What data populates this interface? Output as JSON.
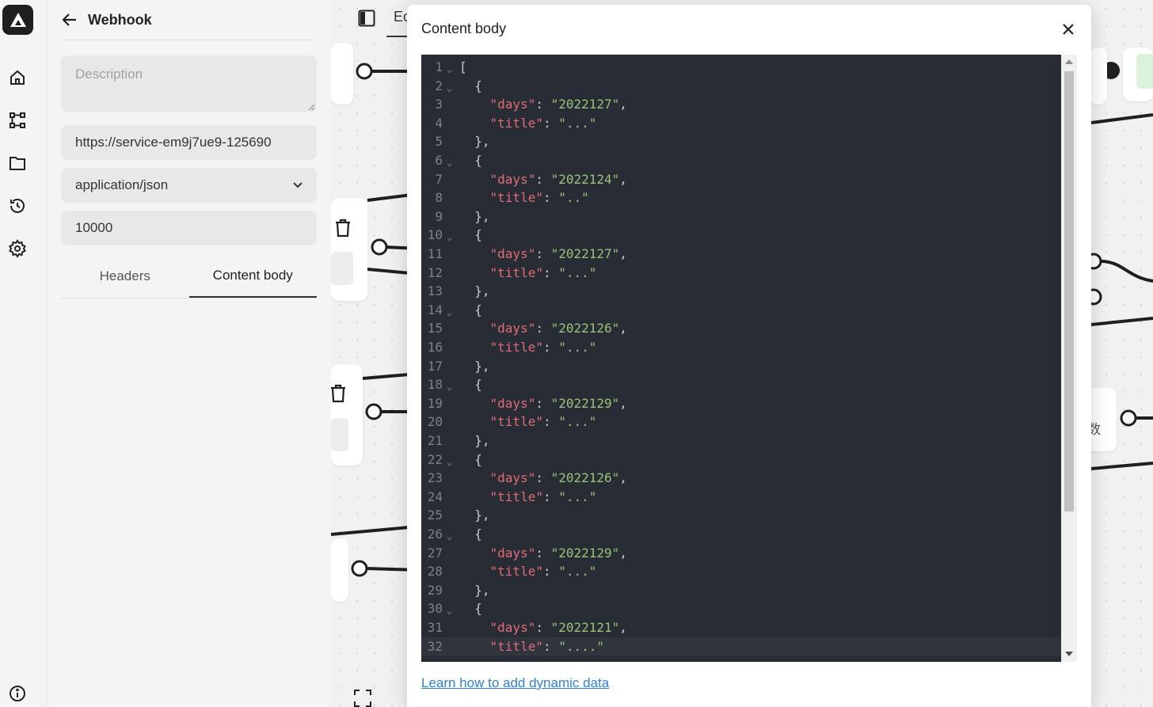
{
  "panel": {
    "title": "Webhook",
    "description_placeholder": "Description",
    "url_value": "https://service-em9j7ue9-125690",
    "content_type": "application/json",
    "timeout": "10000",
    "tabs": [
      {
        "label": "Headers",
        "active": false
      },
      {
        "label": "Content body",
        "active": true
      }
    ]
  },
  "canvas": {
    "tab_label_partial": "Ec",
    "node_label_partial": "数"
  },
  "modal": {
    "title": "Content body",
    "help_link": "Learn how to add dynamic data",
    "code_lines": [
      {
        "n": "1",
        "fold": true,
        "text": "["
      },
      {
        "n": "2",
        "fold": true,
        "text": "  {"
      },
      {
        "n": "3",
        "key": "days",
        "value": "2022127",
        "comma": true
      },
      {
        "n": "4",
        "key": "title",
        "value": "...",
        "comma": false
      },
      {
        "n": "5",
        "text": "  },"
      },
      {
        "n": "6",
        "fold": true,
        "text": "  {"
      },
      {
        "n": "7",
        "key": "days",
        "value": "2022124",
        "comma": true
      },
      {
        "n": "8",
        "key": "title",
        "value": "..",
        "comma": false
      },
      {
        "n": "9",
        "text": "  },"
      },
      {
        "n": "10",
        "fold": true,
        "text": "  {"
      },
      {
        "n": "11",
        "key": "days",
        "value": "2022127",
        "comma": true
      },
      {
        "n": "12",
        "key": "title",
        "value": "...",
        "comma": false
      },
      {
        "n": "13",
        "text": "  },"
      },
      {
        "n": "14",
        "fold": true,
        "text": "  {"
      },
      {
        "n": "15",
        "key": "days",
        "value": "2022126",
        "comma": true
      },
      {
        "n": "16",
        "key": "title",
        "value": "...",
        "comma": false
      },
      {
        "n": "17",
        "text": "  },"
      },
      {
        "n": "18",
        "fold": true,
        "text": "  {"
      },
      {
        "n": "19",
        "key": "days",
        "value": "2022129",
        "comma": true
      },
      {
        "n": "20",
        "key": "title",
        "value": "...",
        "comma": false
      },
      {
        "n": "21",
        "text": "  },"
      },
      {
        "n": "22",
        "fold": true,
        "text": "  {"
      },
      {
        "n": "23",
        "key": "days",
        "value": "2022126",
        "comma": true
      },
      {
        "n": "24",
        "key": "title",
        "value": "...",
        "comma": false
      },
      {
        "n": "25",
        "text": "  },"
      },
      {
        "n": "26",
        "fold": true,
        "text": "  {"
      },
      {
        "n": "27",
        "key": "days",
        "value": "2022129",
        "comma": true
      },
      {
        "n": "28",
        "key": "title",
        "value": "...",
        "comma": false
      },
      {
        "n": "29",
        "text": "  },"
      },
      {
        "n": "30",
        "fold": true,
        "text": "  {"
      },
      {
        "n": "31",
        "key": "days",
        "value": "2022121",
        "comma": true
      },
      {
        "n": "32",
        "key": "title",
        "value": "....",
        "comma": false,
        "active": true
      }
    ]
  },
  "colors": {
    "editor_bg": "#282c34",
    "json_key": "#e06c75",
    "json_string": "#98c379",
    "link": "#2f7fd6"
  },
  "icons": {
    "logo": "app-logo-icon",
    "nav": [
      "home-icon",
      "workflow-icon",
      "folder-icon",
      "history-icon",
      "settings-icon",
      "info-icon"
    ],
    "back": "arrow-left-icon",
    "close": "close-icon",
    "select": "chevron-down-icon",
    "delete": "trash-icon"
  }
}
